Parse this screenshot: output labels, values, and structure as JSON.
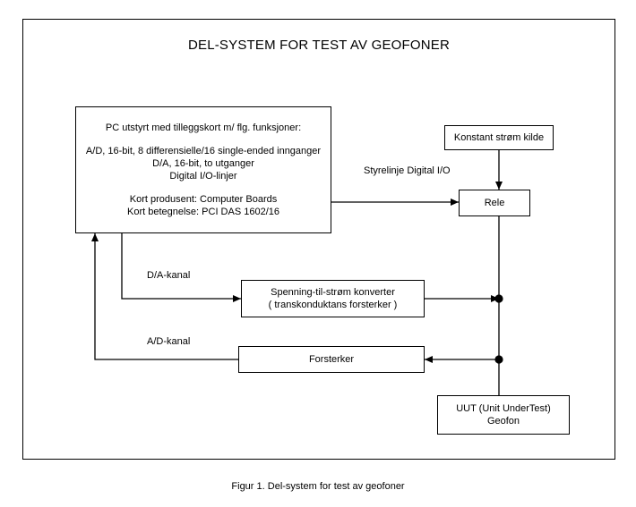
{
  "figure": {
    "title": "DEL-SYSTEM FOR TEST AV GEOFONER",
    "caption": "Figur 1. Del-system for test av geofoner",
    "border_color": "#000000",
    "background_color": "#ffffff"
  },
  "blocks": {
    "pc": {
      "header": "PC utstyrt med tilleggskort m/ flg. funksjoner:",
      "spec_1": "A/D, 16-bit, 8 differensielle/16 single-ended innganger",
      "spec_2": "D/A, 16-bit, to utganger",
      "spec_3": "Digital I/O-linjer",
      "maker": "Kort produsent: Computer Boards",
      "model": "Kort betegnelse: PCI DAS 1602/16"
    },
    "current_source": {
      "label": "Konstant strøm kilde"
    },
    "relay": {
      "label": "Rele"
    },
    "converter": {
      "line_1": "Spenning-til-strøm konverter",
      "line_2": "( transkonduktans forsterker )"
    },
    "amplifier": {
      "label": "Forsterker"
    },
    "uut": {
      "line_1": "UUT (Unit UnderTest)",
      "line_2": "Geofon"
    }
  },
  "connection_labels": {
    "control_line_1": "Styrelinje",
    "control_line_2": "Digital I/O",
    "da_channel": "D/A-kanal",
    "ad_channel": "A/D-kanal"
  }
}
